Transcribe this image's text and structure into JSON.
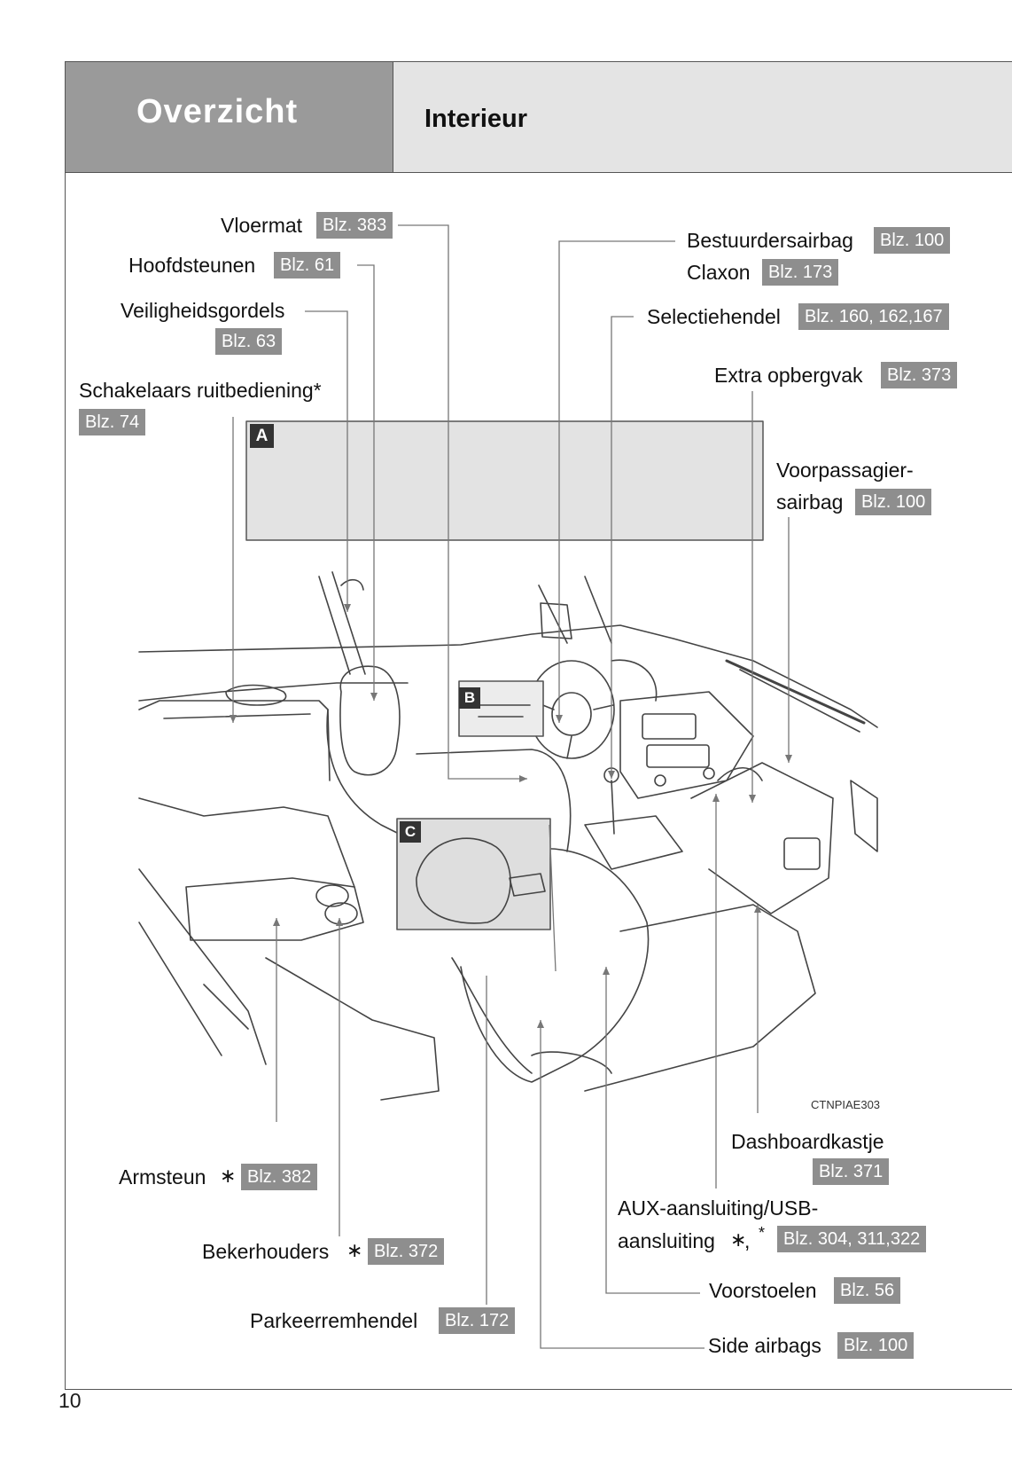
{
  "header": {
    "section": "Overzicht",
    "title": "Interieur"
  },
  "labels": {
    "vloermat": "Vloermat",
    "vloermat_ref": "Blz. 383",
    "hoofdsteunen": "Hoofdsteunen",
    "hoofdsteunen_ref": "Blz. 61",
    "veiligheidsgordels": "Veiligheidsgordels",
    "veiligheidsgordels_ref": "Blz. 63",
    "schakelaars": "Schakelaars ruitbediening*",
    "schakelaars_ref": "Blz. 74",
    "bestuurdersairbag": "Bestuurdersairbag",
    "bestuurdersairbag_ref": "Blz. 100",
    "claxon": "Claxon",
    "claxon_ref": "Blz. 173",
    "selectiehendel": "Selectiehendel",
    "selectiehendel_ref": "Blz. 160, 162,167",
    "extra_opbergvak": "Extra opbergvak",
    "extra_opbergvak_ref": "Blz. 373",
    "voorpassagier_line1": "Voorpassagier-",
    "voorpassagier_line2": "sairbag",
    "voorpassagier_ref": "Blz. 100",
    "armsteun": "Armsteun",
    "armsteun_ref": "Blz. 382",
    "bekerhouders": "Bekerhouders",
    "bekerhouders_ref": "Blz. 372",
    "parkeerremhendel": "Parkeerremhendel",
    "parkeerremhendel_ref": "Blz. 172",
    "dashboardkastje": "Dashboardkastje",
    "dashboardkastje_ref": "Blz. 371",
    "aux_line1": "AUX-aansluiting/USB-",
    "aux_line2": "aansluiting",
    "aux_ref": "Blz. 304, 311,322",
    "voorstoelen": "Voorstoelen",
    "voorstoelen_ref": "Blz. 56",
    "side_airbags": "Side airbags",
    "side_airbags_ref": "Blz. 100",
    "asterisk": "∗",
    "sup_asterisk": "*"
  },
  "figure": {
    "tag_a": "A",
    "tag_b": "B",
    "tag_c": "C",
    "code": "CTNPIAE303"
  },
  "page_number": "10"
}
